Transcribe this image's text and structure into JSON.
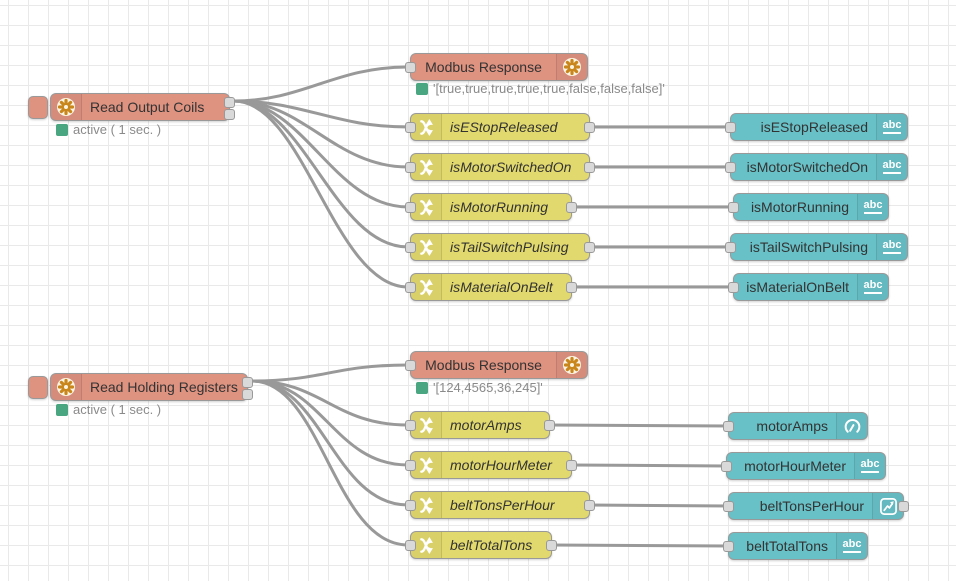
{
  "colors": {
    "modbus_node": "#de9280",
    "change_node": "#e2d96e",
    "dashboard_node": "#68c1c7",
    "wire": "#999999",
    "status_green": "#4aa581",
    "node_border": "#999999"
  },
  "nodes": {
    "read_output_coils": {
      "label": "Read Output Coils",
      "status": "active ( 1 sec. )"
    },
    "modbus_response_coils": {
      "label": "Modbus Response",
      "status": "'[true,true,true,true,true,false,false,false]'"
    },
    "change_top": [
      "isEStopReleased",
      "isMotorSwitchedOn",
      "isMotorRunning",
      "isTailSwitchPulsing",
      "isMaterialOnBelt"
    ],
    "widgets_top": [
      {
        "label": "isEStopReleased",
        "icon": "text"
      },
      {
        "label": "isMotorSwitchedOn",
        "icon": "text"
      },
      {
        "label": "isMotorRunning",
        "icon": "text"
      },
      {
        "label": "isTailSwitchPulsing",
        "icon": "text"
      },
      {
        "label": "isMaterialOnBelt",
        "icon": "text"
      }
    ],
    "read_holding_registers": {
      "label": "Read Holding Registers",
      "status": "active ( 1 sec. )"
    },
    "modbus_response_registers": {
      "label": "Modbus Response",
      "status": "'[124,4565,36,245]'"
    },
    "change_bottom": [
      "motorAmps",
      "motorHourMeter",
      "beltTonsPerHour",
      "beltTotalTons"
    ],
    "widgets_bottom": [
      {
        "label": "motorAmps",
        "icon": "gauge"
      },
      {
        "label": "motorHourMeter",
        "icon": "text"
      },
      {
        "label": "beltTonsPerHour",
        "icon": "chart"
      },
      {
        "label": "beltTotalTons",
        "icon": "text"
      }
    ]
  },
  "icon_labels": {
    "text": "abc"
  }
}
